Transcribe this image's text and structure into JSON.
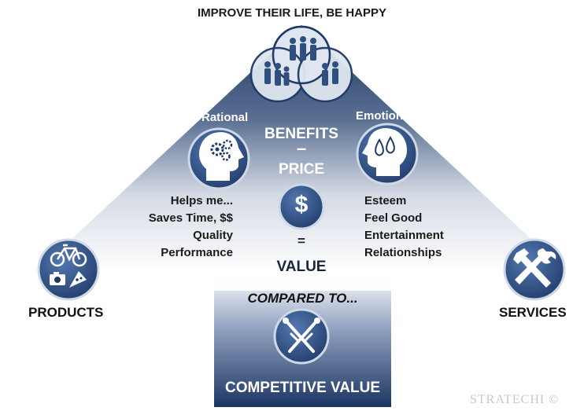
{
  "title": "IMPROVE THEIR LIFE, BE HAPPY",
  "rational": {
    "heading": "Rational",
    "icon": "head-gears-icon",
    "items": [
      "Helps me...",
      "Saves Time, $$",
      "Quality",
      "Performance"
    ]
  },
  "emotional": {
    "heading": "Emotional",
    "icon": "head-drops-icon",
    "items": [
      "Esteem",
      "Feel Good",
      "Entertainment",
      "Relationships"
    ]
  },
  "equation": {
    "benefits": "BENEFITS",
    "minus": "–",
    "price": "PRICE",
    "dollar": "$",
    "equals": "=",
    "value": "VALUE"
  },
  "compared_to": "COMPARED TO...",
  "competitive_value": "COMPETITIVE VALUE",
  "products": {
    "label": "PRODUCTS",
    "icon": "products-icon"
  },
  "services": {
    "label": "SERVICES",
    "icon": "tools-icon"
  },
  "top_icon": "people-group-icon",
  "competitive_icon": "crossed-swords-icon",
  "watermark": "STRATECHI ©",
  "colors": {
    "navy": "#1f3a68",
    "navy_dark": "#12264a",
    "icon_blue": "#3a5f95",
    "white": "#ffffff"
  }
}
